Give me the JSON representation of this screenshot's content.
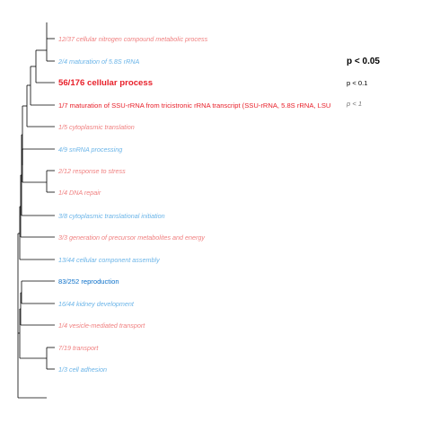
{
  "colors": {
    "red": "#f08080",
    "red_strong": "#e8202a",
    "blue": "#6ab4e8",
    "blue_strong": "#0a6fc9",
    "tree": "#000000",
    "legend_gray": "#777777"
  },
  "terms": [
    {
      "label": "12/37 cellular nitrogen compound metabolic process",
      "color": "red",
      "italic": true,
      "bold": false,
      "size": "small"
    },
    {
      "label": "2/4 maturation of 5.8S rRNA",
      "color": "blue",
      "italic": true,
      "bold": false,
      "size": "small"
    },
    {
      "label": "56/176 cellular process",
      "color": "red_strong",
      "italic": false,
      "bold": true,
      "size": "large"
    },
    {
      "label": "1/7 maturation of SSU-rRNA from tricistronic rRNA transcript (SSU-rRNA, 5.8S rRNA, LSU",
      "color": "red_strong",
      "italic": false,
      "bold": false,
      "size": "medium"
    },
    {
      "label": "1/5 cytoplasmic translation",
      "color": "red",
      "italic": true,
      "bold": false,
      "size": "small"
    },
    {
      "label": "4/9 snRNA processing",
      "color": "blue",
      "italic": true,
      "bold": false,
      "size": "small"
    },
    {
      "label": "2/12 response to stress",
      "color": "red",
      "italic": true,
      "bold": false,
      "size": "small"
    },
    {
      "label": "1/4 DNA repair",
      "color": "red",
      "italic": true,
      "bold": false,
      "size": "small"
    },
    {
      "label": "3/8 cytoplasmic translational initiation",
      "color": "blue",
      "italic": true,
      "bold": false,
      "size": "small"
    },
    {
      "label": "3/3 generation of precursor metabolites and energy",
      "color": "red",
      "italic": true,
      "bold": false,
      "size": "small"
    },
    {
      "label": "13/44 cellular component assembly",
      "color": "blue",
      "italic": true,
      "bold": false,
      "size": "small"
    },
    {
      "label": "83/252 reproduction",
      "color": "blue_strong",
      "italic": false,
      "bold": false,
      "size": "medium"
    },
    {
      "label": "16/44 kidney development",
      "color": "blue",
      "italic": true,
      "bold": false,
      "size": "small"
    },
    {
      "label": "1/4 vesicle-mediated transport",
      "color": "red",
      "italic": true,
      "bold": false,
      "size": "small"
    },
    {
      "label": "7/19 transport",
      "color": "red",
      "italic": true,
      "bold": false,
      "size": "small"
    },
    {
      "label": "1/3 cell adhesion",
      "color": "blue",
      "italic": true,
      "bold": false,
      "size": "small"
    }
  ],
  "legend": [
    {
      "label": "p < 0.05",
      "style": "bold"
    },
    {
      "label": "p < 0.1",
      "style": "normal"
    },
    {
      "label": "p < 1",
      "style": "italic"
    }
  ]
}
